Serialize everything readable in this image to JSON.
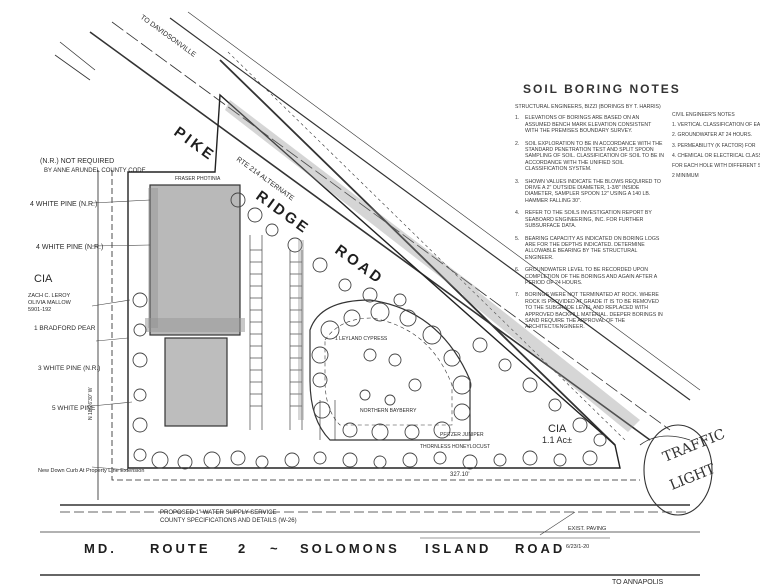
{
  "roads": {
    "pike_ridge": [
      "PIKE",
      "RIDGE",
      "ROAD"
    ],
    "solomons": [
      "MD.",
      "ROUTE",
      "2",
      "~",
      "SOLOMONS",
      "ISLAND",
      "ROAD"
    ],
    "alternate": "RTE 214 ALTERNATE",
    "davidsonville": "TO DAVIDSONVILLE",
    "annapolis": "TO ANNAPOLIS"
  },
  "labels": {
    "nr_not_required": "(N.R.) NOT REQUIRED",
    "per_county_code": "BY ANNE ARUNDEL COUNTY CODE",
    "white_pine_1": "4 WHITE PINE (N.R.)",
    "white_pine_2": "4 WHITE PINE (N.R.)",
    "cia_left": "CIA",
    "owner_1": "ZACH C. LEROY",
    "owner_2": "OLIVIA MALLOW",
    "owner_3": "5901-192",
    "bradford_pear": "1 BRADFORD PEAR",
    "white_pine_3": "3 WHITE PINE (N.R.)",
    "white_pine_4": "5 WHITE PINE",
    "down_curb": "New Down Curb At Property Line Extension",
    "cia_right": "CIA",
    "acreage": "1.1 Ac±",
    "traffic_light": [
      "TRAFFIC",
      "LIGHT"
    ],
    "water_supply": "PROPOSED 1\" WATER SUPPLY SERVICE",
    "specs": "COUNTY SPECIFICATIONS AND DETAILS (W-26)",
    "tree_1": "1 LEYLAND CYPRESS",
    "tree_2": "NORTHERN BAYBERRY",
    "tree_3": "THORNLESS HONEYLOCUST",
    "tree_4": "FRASER PHOTINIA",
    "tree_5": "PFITZER JUNIPER",
    "distance": "327.10'",
    "bearing": "N 18°26'30\" W",
    "exist_paving": "EXIST. PAVING",
    "ref": "6/23/1-20"
  },
  "notes": {
    "title": "SOIL BORING NOTES",
    "header": "STRUCTURAL ENGINEERS, BIZZI (BORINGS BY T. HARRIS)",
    "items": [
      {
        "num": "1.",
        "text": "ELEVATIONS OF BORINGS ARE BASED ON AN ASSUMED BENCH MARK ELEVATION CONSISTENT WITH THE PREMISES BOUNDARY SURVEY."
      },
      {
        "num": "2.",
        "text": "SOIL EXPLORATION TO BE IN ACCORDANCE WITH THE STANDARD PENETRATION TEST AND SPLIT SPOON SAMPLING OF SOIL. CLASSIFICATION OF SOIL TO BE IN ACCORDANCE WITH THE UNIFIED SOIL CLASSIFICATION SYSTEM."
      },
      {
        "num": "3.",
        "text": "SHOWN VALUES INDICATE THE BLOWS REQUIRED TO DRIVE A 2\" OUTSIDE DIAMETER, 1-3/8\" INSIDE DIAMETER, SAMPLER SPOON 12\" USING A 140 LB. HAMMER FALLING 30\"."
      },
      {
        "num": "4.",
        "text": "REFER TO THE SOILS INVESTIGATION REPORT BY SEABOARD ENGINEERING, INC. FOR FURTHER SUBSURFACE DATA."
      },
      {
        "num": "5.",
        "text": "BEARING CAPACITY AS INDICATED ON BORING LOGS ARE FOR THE DEPTHS INDICATED. DETERMINE ALLOWABLE BEARING BY THE STRUCTURAL ENGINEER."
      },
      {
        "num": "6.",
        "text": "GROUNDWATER LEVEL TO BE RECORDED UPON COMPLETION OF THE BORINGS AND AGAIN AFTER A PERIOD OF 24 HOURS."
      },
      {
        "num": "7.",
        "text": "BORINGS WERE NOT TERMINATED AT ROCK. WHERE ROCK IS PROVIDED AT GRADE IT IS TO BE REMOVED TO THE SUBGRADE LEVEL AND REPLACED WITH APPROVED BACKFILL MATERIAL. DEEPER BORINGS IN SAND REQUIRE THE APPROVAL OF THE ARCHITECT/ENGINEER."
      }
    ],
    "side_header": "CIVIL ENGINEER'S NOTES",
    "side_items": [
      "1. VERTICAL CLASSIFICATION OF EACH",
      "2. GROUNDWATER AT 24 HOURS.",
      "3. PERMEABILITY (K FACTOR) FOR",
      "4. CHEMICAL OR ELECTRICAL CLASSIFICATION",
      "FOR EACH HOLE WITH DIFFERENT SOIL",
      "2 MINIMUM"
    ]
  }
}
